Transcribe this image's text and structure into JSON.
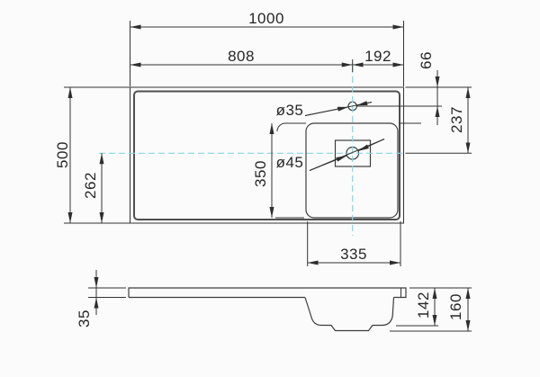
{
  "dimensions": {
    "top_view": {
      "overall_width": "1000",
      "left_section_width": "808",
      "right_section_width": "192",
      "tap_hole_from_back": "66",
      "drain_from_back": "237",
      "overall_depth": "500",
      "centerline_to_front": "262",
      "bowl_depth": "350",
      "bowl_width": "335",
      "tap_hole_diameter": "ø35",
      "drain_hole_diameter": "ø45"
    },
    "side_view": {
      "slab_thickness": "35",
      "bowl_height": "142",
      "overall_height": "160"
    }
  },
  "colors": {
    "line": "#3c3c3c",
    "centerline": "#85d6e6",
    "background": "#fbfbfb"
  }
}
